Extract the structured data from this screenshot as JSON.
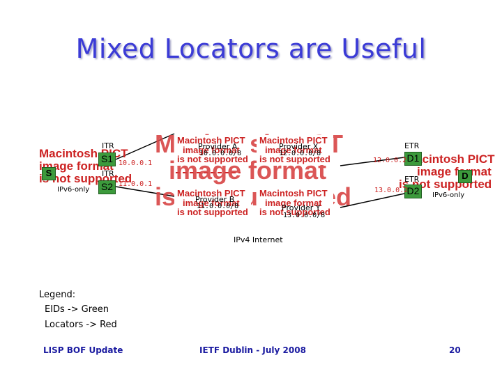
{
  "title": "Mixed Locators are Useful",
  "pict_placeholder": {
    "line1": "Macintosh PICT",
    "line2": "image format",
    "line3": "is not supported"
  },
  "left_site": {
    "itr1_label": "ITR",
    "itr2_label": "ITR",
    "node1": "S1",
    "node2": "S2",
    "host": "S",
    "ipv6_note": "IPv6-only",
    "loc1": "10.0.0.1",
    "loc2": "11.0.0.1"
  },
  "right_site": {
    "etr1_label": "ETR",
    "etr2_label": "ETR",
    "node1": "D1",
    "node2": "D2",
    "host": "D",
    "ipv6_note": "IPv6-only",
    "loc1": "12.0.0.2",
    "loc2": "13.0.0.2"
  },
  "providers": {
    "a_name": "Provider A",
    "a_prefix": "10.0.0.0/8",
    "x_name": "Provider X",
    "x_prefix": "12.0.0.0/8",
    "b_name": "Provider B",
    "b_prefix": "11.0.0.0/8",
    "y_name": "Provider Y",
    "y_prefix": "13.0.0.0/8"
  },
  "internet_label": "IPv4 Internet",
  "legend": {
    "heading": "Legend:",
    "eids": "EIDs -> Green",
    "locators": "Locators -> Red"
  },
  "footer": {
    "left": "LISP BOF Update",
    "center": "IETF Dublin - July 2008",
    "page": "20"
  },
  "colors": {
    "title": "#3b3bd6",
    "eid_green": "#3c9a3c",
    "locator_red": "#cc2222"
  }
}
